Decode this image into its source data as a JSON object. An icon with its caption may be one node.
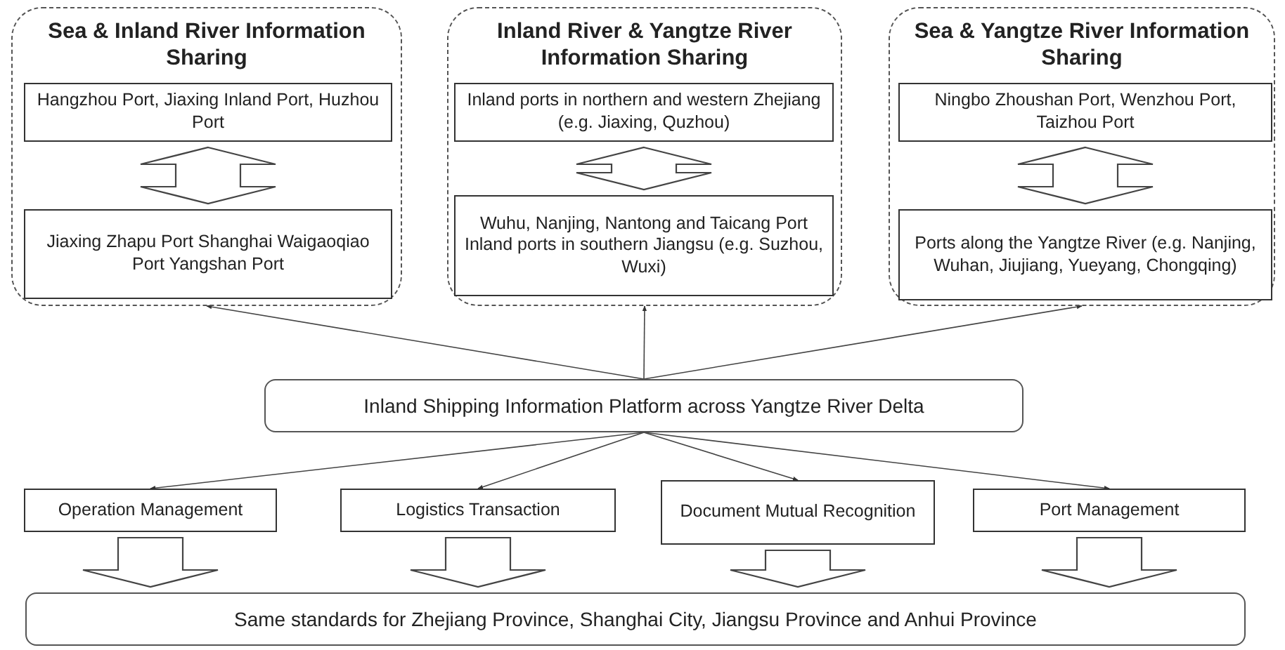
{
  "diagram": {
    "nodes": [
      {
        "text": [
          "Sea & Inland River Information Sharing"
        ]
      },
      {
        "text": [
          "Hangzhou Port, Jiaxing Inland Port, Huzhou Port"
        ],
        "in": 0
      },
      {
        "text": [
          "Jiaxing Zhapu Port Shanghai Waigaoqiao Port Yangshan Port"
        ],
        "in": 0
      },
      {
        "text": [
          "Inland River & Yangtze River Information Sharing"
        ]
      },
      {
        "text": [
          "Inland ports in northern and western Zhejiang (e.g. Jiaxing, Quzhou)"
        ],
        "in": 3
      },
      {
        "text": [
          "Wuhu, Nanjing, Nantong and Taicang Port Inland ports in southern Jiangsu (e.g. Suzhou, Wuxi)"
        ],
        "in": 3
      },
      {
        "text": [
          "Sea & Yangtze River Information Sharing"
        ]
      },
      {
        "text": [
          "Ningbo Zhoushan Port, Wenzhou Port, Taizhou Port"
        ],
        "in": 6
      },
      {
        "text": [
          "Ports along the Yangtze River (e.g. Nanjing, Wuhan, Jiujiang, Yueyang, Chongqing)"
        ],
        "in": 6
      },
      {
        "text": [
          "Inland Shipping Information Platform across Yangtze River Delta"
        ]
      },
      {
        "text": [
          "Operation Management"
        ]
      },
      {
        "text": [
          "Logistics Transaction"
        ]
      },
      {
        "text": [
          "Document Mutual Recognition"
        ]
      },
      {
        "text": [
          "Port Management"
        ]
      },
      {
        "text": [
          "Same standards for Zhejiang Province, Shanghai City, Jiangsu Province and Anhui Province"
        ]
      }
    ],
    "edges": [
      {
        "from": 1,
        "to": 2,
        "arrow": "both",
        "style": "thick"
      },
      {
        "from": 4,
        "to": 5,
        "arrow": "both",
        "style": "thick"
      },
      {
        "from": 7,
        "to": 8,
        "arrow": "both",
        "style": "thick"
      },
      {
        "from": 9,
        "to": 0,
        "arrow": "to"
      },
      {
        "from": 9,
        "to": 3,
        "arrow": "to"
      },
      {
        "from": 9,
        "to": 6,
        "arrow": "to"
      },
      {
        "from": 9,
        "to": 10,
        "arrow": "to"
      },
      {
        "from": 9,
        "to": 11,
        "arrow": "to"
      },
      {
        "from": 9,
        "to": 12,
        "arrow": "to"
      },
      {
        "from": 9,
        "to": 13,
        "arrow": "to"
      },
      {
        "from": 10,
        "to": 14,
        "arrow": "to",
        "style": "thick"
      },
      {
        "from": 11,
        "to": 14,
        "arrow": "to",
        "style": "thick"
      },
      {
        "from": 12,
        "to": 14,
        "arrow": "to",
        "style": "thick"
      },
      {
        "from": 13,
        "to": 14,
        "arrow": "to",
        "style": "thick"
      }
    ]
  }
}
